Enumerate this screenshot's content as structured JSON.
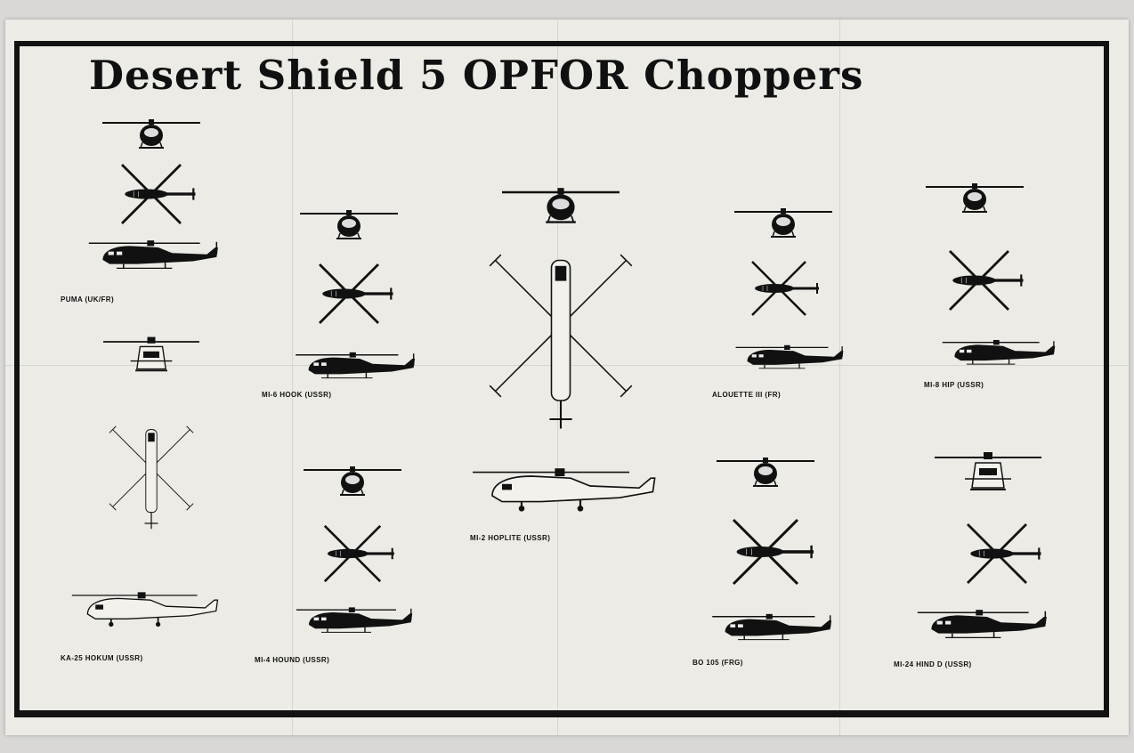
{
  "poster": {
    "title": "Desert Shield 5 OPFOR Choppers",
    "colors": {
      "ink": "#121212",
      "paper": "#ecebe6",
      "background": "#d9d8d6"
    }
  },
  "helicopters": [
    {
      "label": "PUMA (UK/FR)",
      "views": [
        "front",
        "top",
        "side"
      ]
    },
    {
      "label": "MI-6 HOOK (USSR)",
      "views": [
        "front",
        "top",
        "side"
      ]
    },
    {
      "label": "ALOUETTE III (FR)",
      "views": [
        "front",
        "top",
        "side"
      ]
    },
    {
      "label": "MI-8 HIP (USSR)",
      "views": [
        "front",
        "top",
        "side"
      ]
    },
    {
      "label": "KA-25 HOKUM (USSR)",
      "views": [
        "front",
        "top",
        "side"
      ]
    },
    {
      "label": "MI-4 HOUND (USSR)",
      "views": [
        "front",
        "top",
        "side"
      ]
    },
    {
      "label": "MI-2 HOPLITE (USSR)",
      "views": [
        "front",
        "top",
        "side"
      ]
    },
    {
      "label": "BO 105 (FRG)",
      "views": [
        "front",
        "top",
        "side"
      ]
    },
    {
      "label": "MI-24 HIND D (USSR)",
      "views": [
        "front",
        "top",
        "side"
      ]
    }
  ]
}
